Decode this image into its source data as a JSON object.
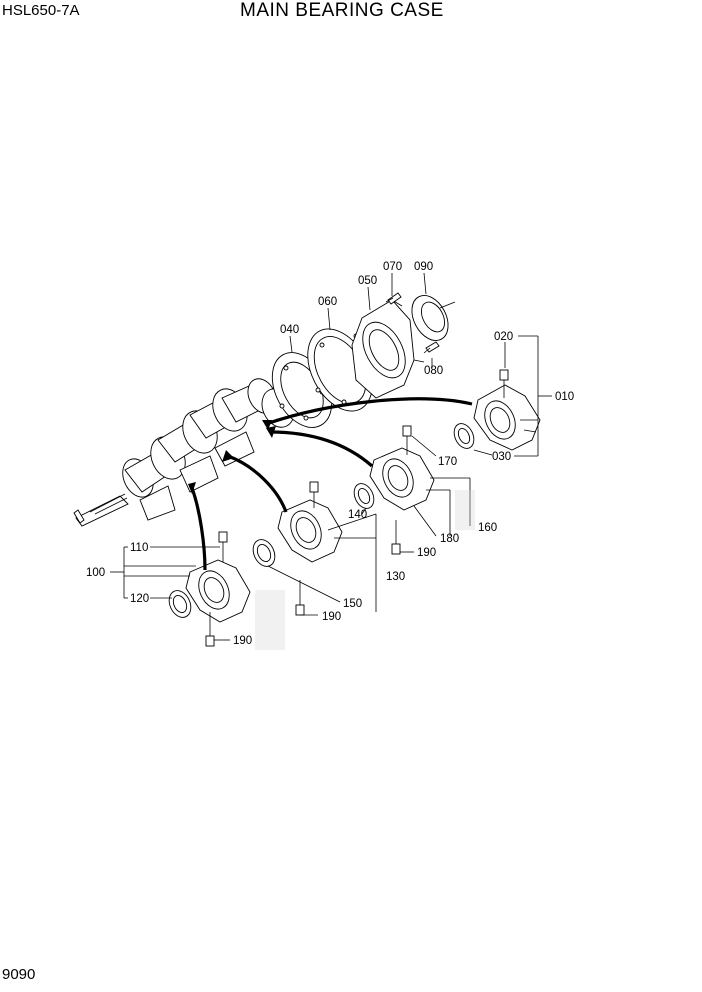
{
  "header": {
    "model": "HSL650-7A",
    "title": "MAIN BEARING CASE"
  },
  "footer": {
    "page_number": "9090"
  },
  "callouts": {
    "c010": "010",
    "c020": "020",
    "c030": "030",
    "c040": "040",
    "c050": "050",
    "c060": "060",
    "c070": "070",
    "c080": "080",
    "c090": "090",
    "c100": "100",
    "c110": "110",
    "c120": "120",
    "c130": "130",
    "c140": "140",
    "c150": "150",
    "c160": "160",
    "c170": "170",
    "c180": "180",
    "c190a": "190",
    "c190b": "190",
    "c190c": "190"
  }
}
